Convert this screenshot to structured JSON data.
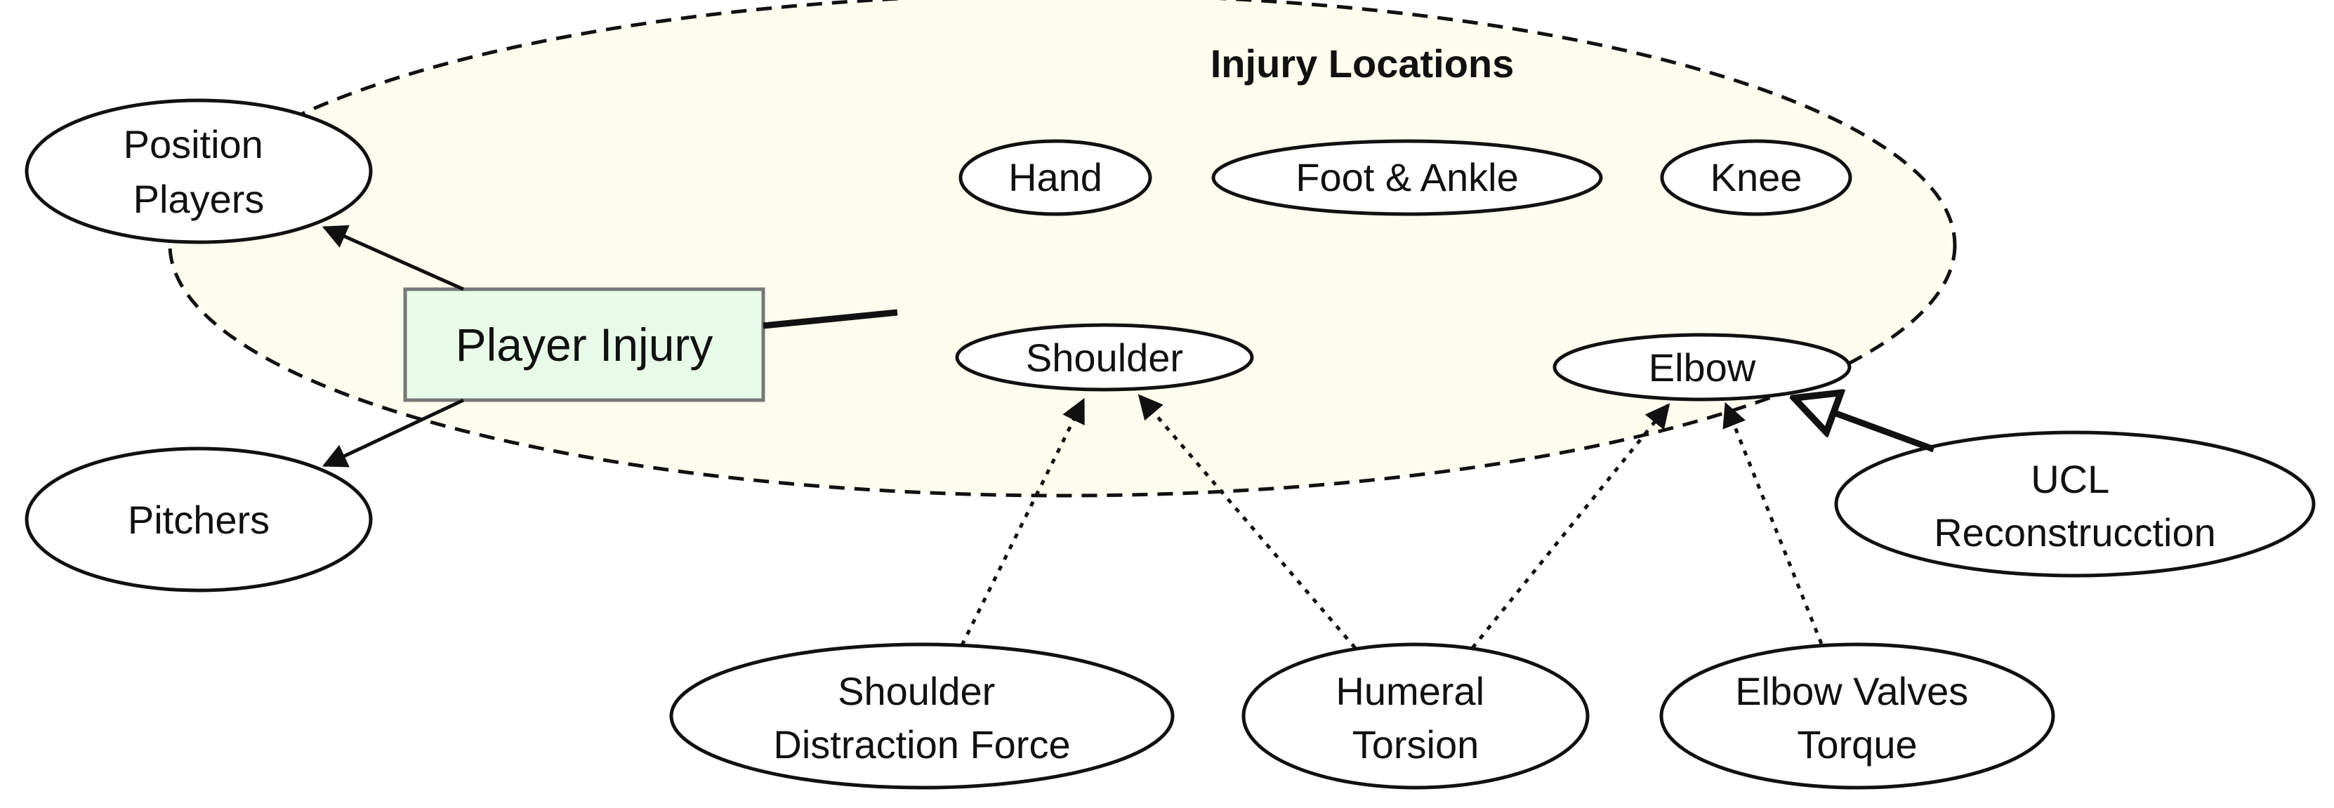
{
  "diagram": {
    "central_node": {
      "label": "Player Injury",
      "fill": "#e8fbe8"
    },
    "categories": [
      {
        "lines": [
          "Position",
          "Players"
        ]
      },
      {
        "lines": [
          "Pitchers"
        ]
      }
    ],
    "locations_group": {
      "title": "Injury Locations",
      "fill": "#fdfdef",
      "locations": [
        {
          "label": "Hand"
        },
        {
          "label": "Foot & Ankle"
        },
        {
          "label": "Knee"
        },
        {
          "label": "Shoulder"
        },
        {
          "label": "Elbow"
        }
      ]
    },
    "factors": [
      {
        "lines": [
          "Shoulder",
          "Distraction Force"
        ]
      },
      {
        "lines": [
          "Humeral",
          "Torsion"
        ]
      },
      {
        "lines": [
          "Elbow Valves",
          "Torque"
        ]
      },
      {
        "lines": [
          "UCL",
          "Reconstrucction"
        ]
      }
    ]
  }
}
